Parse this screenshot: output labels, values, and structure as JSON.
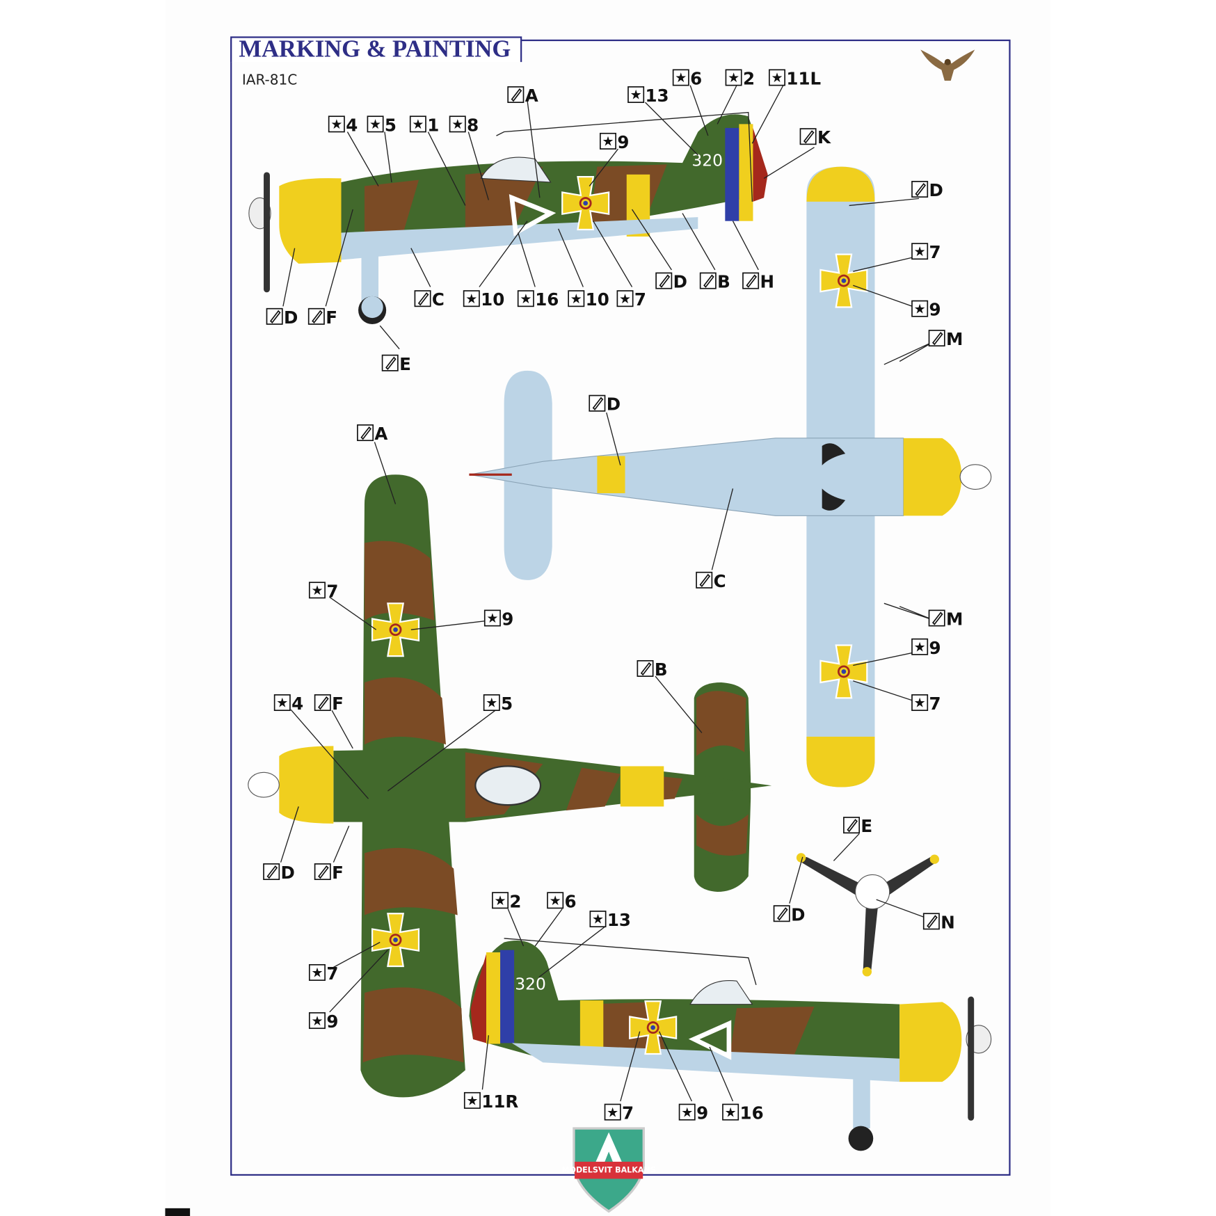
{
  "header": {
    "title": "MARKING & PAINTING",
    "model": "IAR-81C"
  },
  "logos": {
    "top_right": "eagle-emblem",
    "bottom": "MODELSVIT BALKANS"
  },
  "colors": {
    "frame": "#2e2e86",
    "camo_green": "#42692c",
    "camo_brown": "#7b4b25",
    "yellow": "#f0cf1e",
    "underside_blue": "#bcd4e6",
    "roundel_blue": "#2f3fa8",
    "roundel_red": "#a5281c"
  },
  "icons": {
    "decal": "decal-star-icon",
    "paint": "paint-brush-icon"
  },
  "fuselage_number": "320",
  "callouts": [
    {
      "type": "decal",
      "label": "4"
    },
    {
      "type": "decal",
      "label": "5"
    },
    {
      "type": "decal",
      "label": "1"
    },
    {
      "type": "decal",
      "label": "8"
    },
    {
      "type": "paint",
      "label": "A"
    },
    {
      "type": "decal",
      "label": "13"
    },
    {
      "type": "decal",
      "label": "6"
    },
    {
      "type": "decal",
      "label": "2"
    },
    {
      "type": "decal",
      "label": "11L"
    },
    {
      "type": "decal",
      "label": "9"
    },
    {
      "type": "paint",
      "label": "K"
    },
    {
      "type": "paint",
      "label": "D"
    },
    {
      "type": "paint",
      "label": "B"
    },
    {
      "type": "paint",
      "label": "H"
    },
    {
      "type": "paint",
      "label": "C"
    },
    {
      "type": "decal",
      "label": "10"
    },
    {
      "type": "decal",
      "label": "16"
    },
    {
      "type": "decal",
      "label": "10"
    },
    {
      "type": "decal",
      "label": "7"
    },
    {
      "type": "paint",
      "label": "D"
    },
    {
      "type": "paint",
      "label": "F"
    },
    {
      "type": "paint",
      "label": "E"
    },
    {
      "type": "paint",
      "label": "D"
    },
    {
      "type": "decal",
      "label": "7"
    },
    {
      "type": "decal",
      "label": "9"
    },
    {
      "type": "paint",
      "label": "M"
    },
    {
      "type": "paint",
      "label": "D"
    },
    {
      "type": "paint",
      "label": "C"
    },
    {
      "type": "paint",
      "label": "M"
    },
    {
      "type": "decal",
      "label": "9"
    },
    {
      "type": "decal",
      "label": "7"
    },
    {
      "type": "paint",
      "label": "A"
    },
    {
      "type": "decal",
      "label": "7"
    },
    {
      "type": "decal",
      "label": "9"
    },
    {
      "type": "paint",
      "label": "B"
    },
    {
      "type": "decal",
      "label": "4"
    },
    {
      "type": "paint",
      "label": "F"
    },
    {
      "type": "decal",
      "label": "5"
    },
    {
      "type": "paint",
      "label": "D"
    },
    {
      "type": "paint",
      "label": "F"
    },
    {
      "type": "decal",
      "label": "7"
    },
    {
      "type": "decal",
      "label": "9"
    },
    {
      "type": "paint",
      "label": "E"
    },
    {
      "type": "paint",
      "label": "D"
    },
    {
      "type": "paint",
      "label": "N"
    },
    {
      "type": "decal",
      "label": "2"
    },
    {
      "type": "decal",
      "label": "6"
    },
    {
      "type": "decal",
      "label": "13"
    },
    {
      "type": "decal",
      "label": "11R"
    },
    {
      "type": "decal",
      "label": "7"
    },
    {
      "type": "decal",
      "label": "9"
    },
    {
      "type": "decal",
      "label": "16"
    }
  ]
}
